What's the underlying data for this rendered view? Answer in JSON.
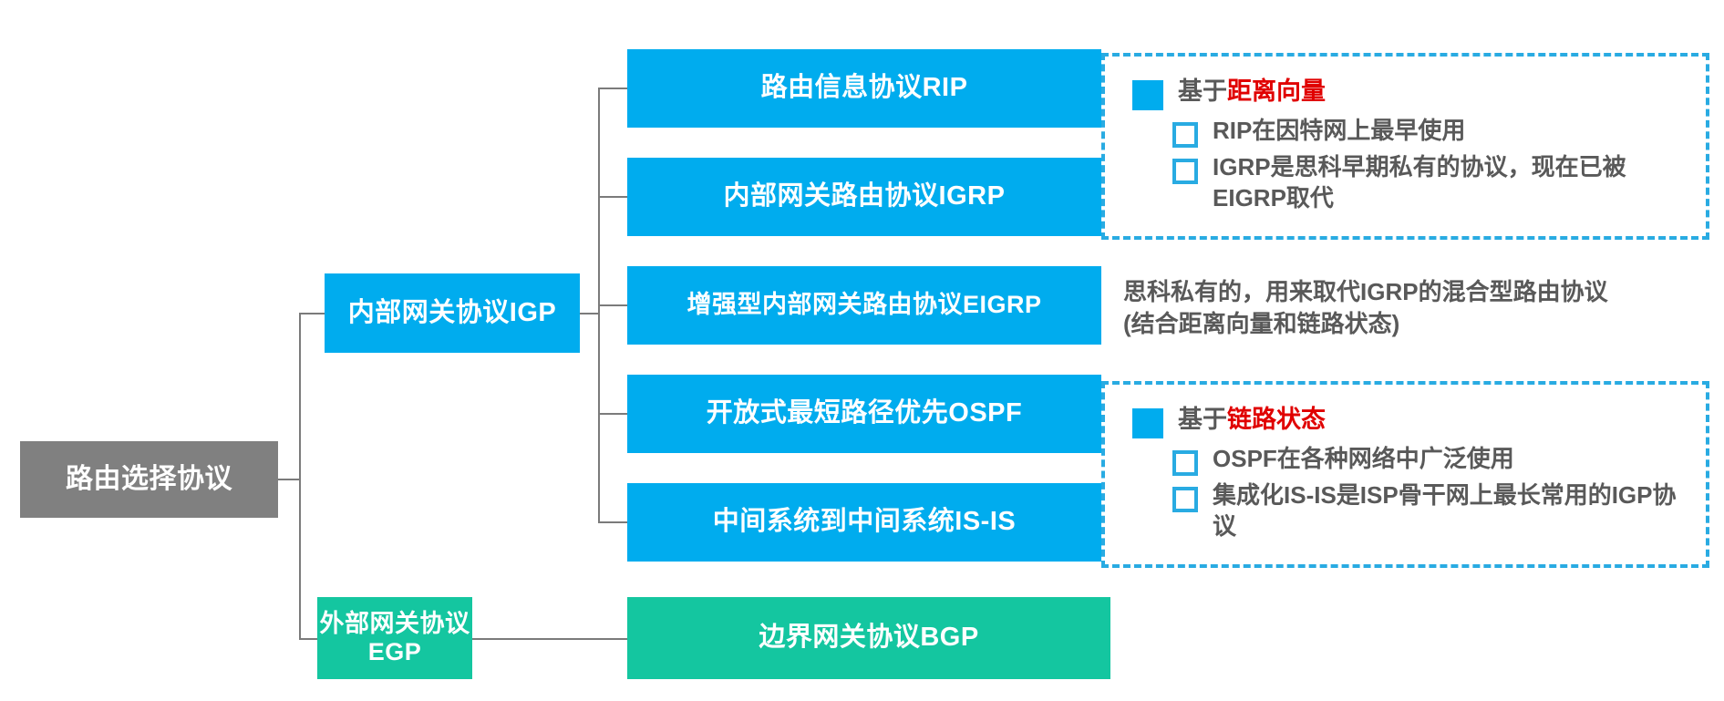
{
  "diagram": {
    "title": "路由选择协议",
    "type": "mind-map",
    "colors": {
      "root": "#808080",
      "blue": "#00ACEE",
      "green": "#14C6A0",
      "dashed_border": "#29ABE2",
      "highlight_red": "#E00000",
      "text_gray": "#595959",
      "connector": "#7b7b7b"
    }
  },
  "root": {
    "label": "路由选择协议"
  },
  "branches": [
    {
      "label": "内部网关协议IGP"
    },
    {
      "label": "外部网关协议EGP"
    }
  ],
  "protocols": [
    {
      "label": "路由信息协议RIP"
    },
    {
      "label": "内部网关路由协议IGRP"
    },
    {
      "label": "增强型内部网关路由协议EIGRP"
    },
    {
      "label": "开放式最短路径优先OSPF"
    },
    {
      "label": "中间系统到中间系统IS-IS"
    },
    {
      "label": "边界网关协议BGP"
    }
  ],
  "panels": [
    {
      "title_prefix": "基于",
      "title_highlight": "距离向量",
      "bullets": [
        "RIP在因特网上最早使用",
        "IGRP是思科早期私有的协议，现在已被EIGRP取代"
      ]
    },
    {
      "title_prefix": "基于",
      "title_highlight": "链路状态",
      "bullets": [
        "OSPF在各种网络中广泛使用",
        "集成化IS-IS是ISP骨干网上最长常用的IGP协议"
      ]
    }
  ],
  "notes": [
    {
      "line1": "思科私有的，用来取代IGRP的混合型路由协议",
      "line2": "(结合距离向量和链路状态)"
    }
  ]
}
